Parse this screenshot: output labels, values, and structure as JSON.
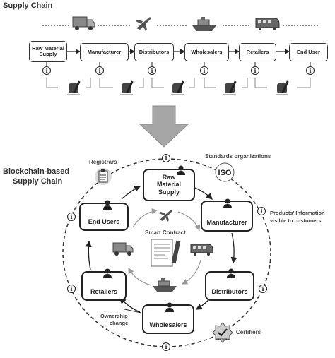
{
  "top": {
    "title": "Supply Chain",
    "steps": [
      "Raw Material Supply",
      "Manufacturer",
      "Distributors",
      "Wholesalers",
      "Retailers",
      "End User"
    ]
  },
  "bottom": {
    "title_line1": "Blockchain-based",
    "title_line2": "Supply Chain",
    "center_label": "Smart Contract",
    "nodes": {
      "raw": "Raw Material Supply",
      "manufacturer": "Manufacturer",
      "distributors": "Distributors",
      "wholesalers": "Wholesalers",
      "retailers": "Retailers",
      "end_users": "End Users"
    },
    "annotations": {
      "registrars": "Registrars",
      "standards": "Standards organizations",
      "products_info_line1": "Products' Information",
      "products_info_line2": "visible to customers",
      "ownership_line1": "Ownership",
      "ownership_line2": "change",
      "certifiers": "Certifiers"
    },
    "iso_text": "ISO",
    "certified_text": "CERTIFIED"
  },
  "info_glyph": "i",
  "icons": [
    "truck-icon",
    "airplane-icon",
    "ship-icon",
    "train-icon",
    "hand-pen-icon",
    "person-icon",
    "clipboard-icon",
    "iso-icon",
    "certified-icon",
    "contract-icon",
    "down-arrow-icon"
  ]
}
